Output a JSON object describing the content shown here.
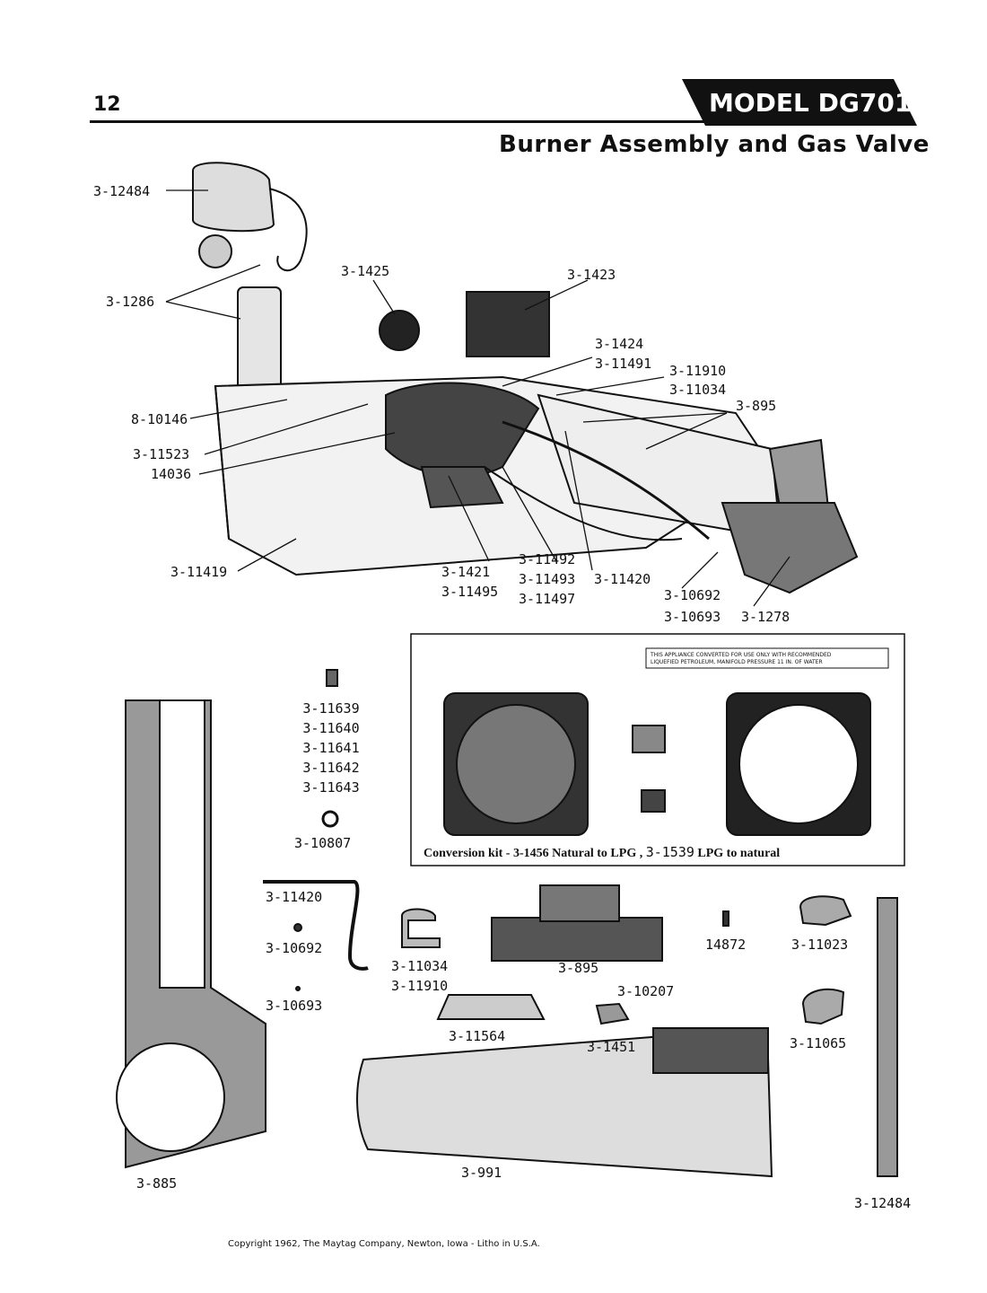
{
  "header": {
    "page_number": "12",
    "model": "MODEL DG701",
    "subtitle": "Burner Assembly and Gas Valve"
  },
  "assembly_callouts": {
    "pipe_top": "3-12484",
    "elbow": "3-1286",
    "valve": "3-1425",
    "thermostat": "3-1423",
    "fitting_a": "3-1424",
    "fitting_b": "3-11491",
    "fitting_c": "3-11910",
    "fitting_d": "3-11034",
    "burner": "3-895",
    "bracket": "8-10146",
    "clip": "3-11523",
    "nut": "14036",
    "housing": "3-11419",
    "mount_a": "3-1421",
    "mount_b": "3-11495",
    "line_a": "3-11492",
    "line_b": "3-11493",
    "line_c": "3-11497",
    "tube": "3-11420",
    "orifice_a": "3-10692",
    "orifice_b": "3-10693",
    "pilot": "3-1278"
  },
  "orifice_list": [
    "3-11639",
    "3-11640",
    "3-11641",
    "3-11642",
    "3-11643"
  ],
  "ring_label": "3-10807",
  "conversion_kit": {
    "caption_prefix": "Conversion kit - 3-1456 Natural to LPG ,",
    "caption_part": "3-1539",
    "caption_suffix": "LPG to natural",
    "note_line1": "THIS APPLIANCE CONVERTED FOR USE ONLY WITH RECOMMENDED",
    "note_line2": "LIQUEFIED PETROLEUM, MANIFOLD PRESSURE 11 IN. OF WATER"
  },
  "loose_parts": {
    "tube": "3-11420",
    "nut_a": "3-10692",
    "nut_b": "3-10693",
    "clamp_a": "3-11034",
    "clamp_b": "3-11910",
    "burner": "3-895",
    "screw": "14872",
    "elbow_a": "3-11023",
    "screw_b": "3-10207",
    "shield": "3-11564",
    "bracket": "3-1451",
    "elbow_b": "3-11065",
    "box": "3-885",
    "duct": "3-991",
    "pipe": "3-12484"
  },
  "footer": {
    "copyright": "Copyright 1962, The Maytag Company, Newton, Iowa - Litho in U.S.A."
  }
}
